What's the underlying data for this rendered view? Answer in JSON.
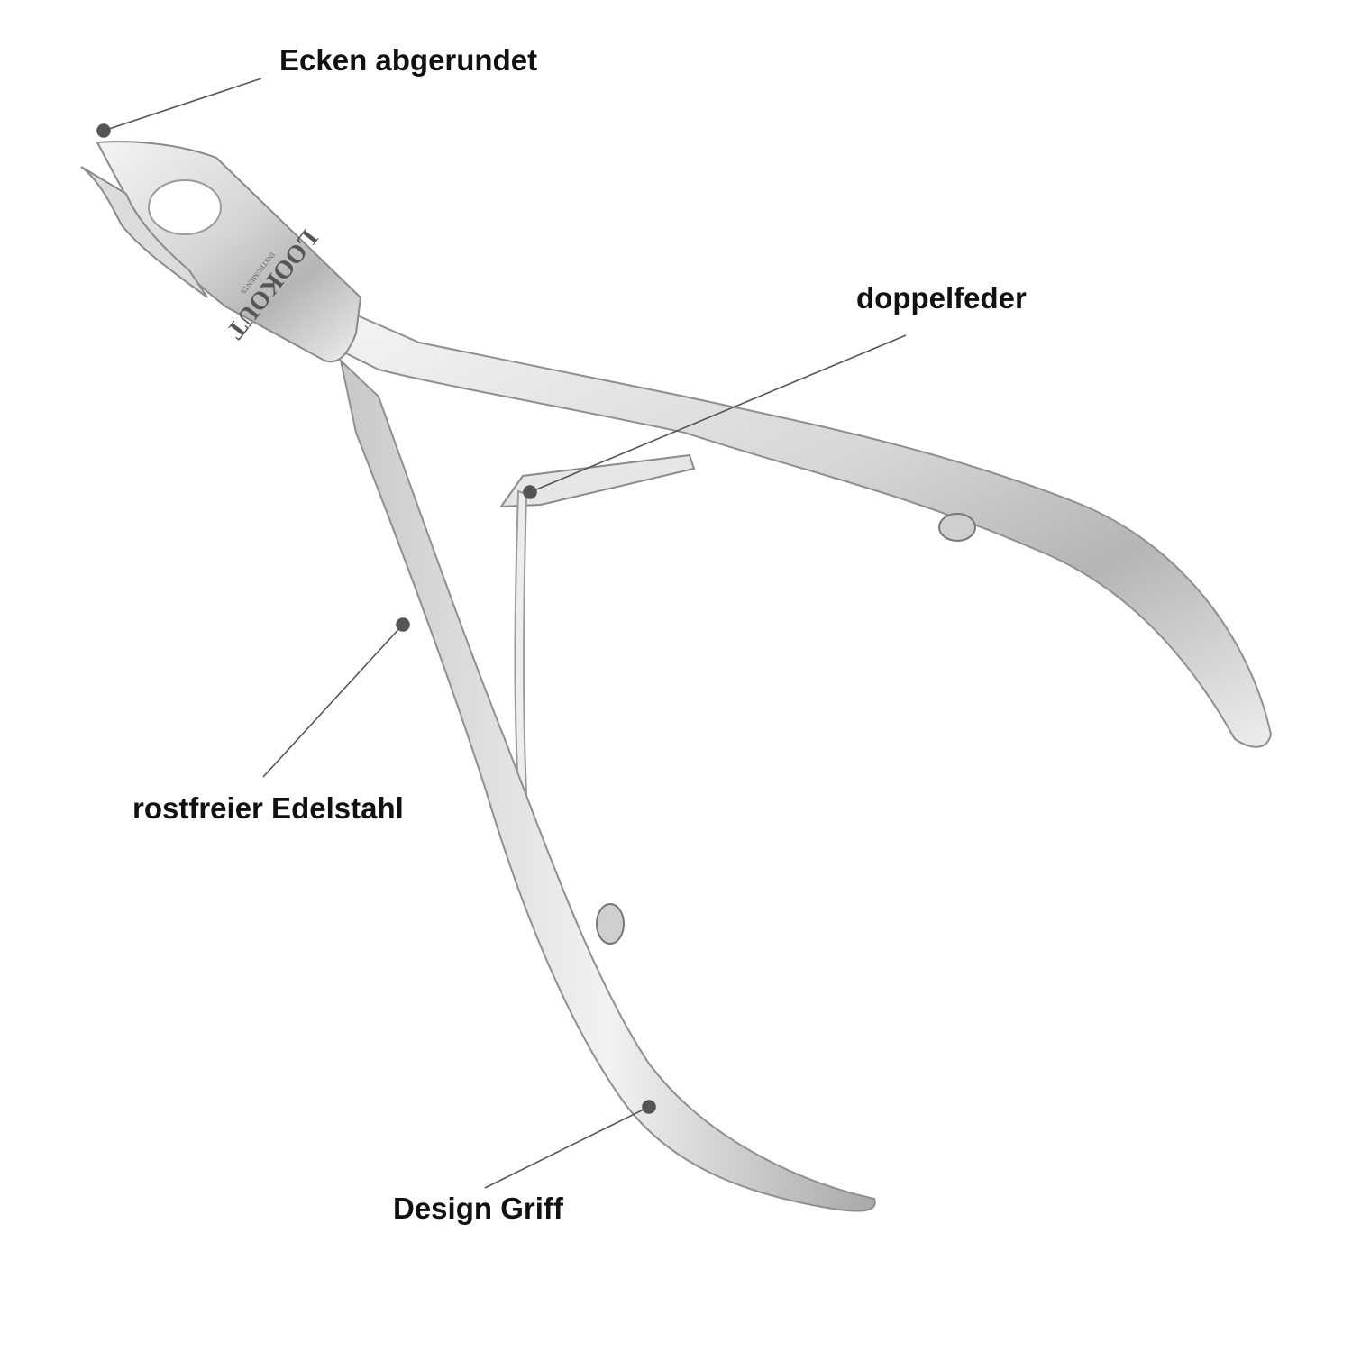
{
  "product": {
    "logo_text": "LOOKOUT",
    "logo_subtext": "INSTRUMENTS"
  },
  "callouts": [
    {
      "id": "corners",
      "label": "Ecken abgerundet"
    },
    {
      "id": "spring",
      "label": "doppelfeder"
    },
    {
      "id": "material",
      "label": "rostfreier Edelstahl"
    },
    {
      "id": "handle",
      "label": "Design Griff"
    }
  ],
  "colors": {
    "text": "#111111",
    "leader": "#555555",
    "steel_light": "#e8e8e8",
    "steel_dark": "#9a9a9a"
  }
}
